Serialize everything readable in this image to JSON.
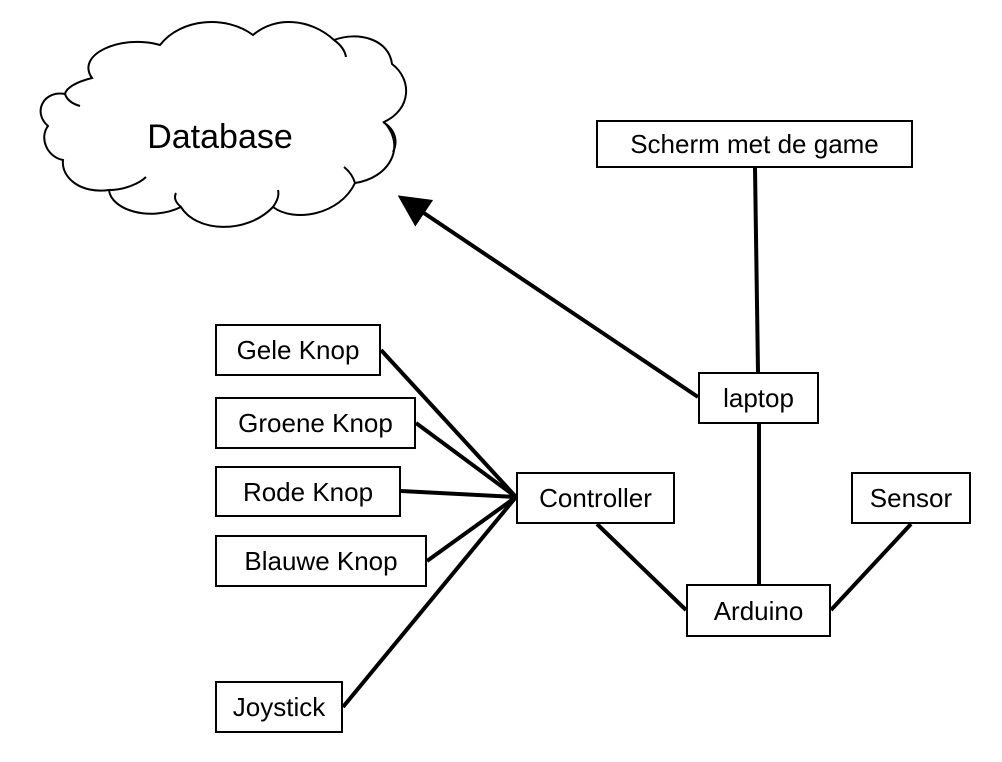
{
  "diagram": {
    "database_label": "Database",
    "nodes": {
      "scherm": "Scherm met de game",
      "laptop": "laptop",
      "gele_knop": "Gele Knop",
      "groene_knop": "Groene Knop",
      "rode_knop": "Rode Knop",
      "blauwe_knop": "Blauwe Knop",
      "controller": "Controller",
      "sensor": "Sensor",
      "arduino": "Arduino",
      "joystick": "Joystick"
    },
    "connections": [
      {
        "from": "Scherm met de game",
        "to": "laptop",
        "arrow": false
      },
      {
        "from": "laptop",
        "to": "Database",
        "arrow": true
      },
      {
        "from": "laptop",
        "to": "Arduino",
        "arrow": false
      },
      {
        "from": "Gele Knop",
        "to": "Controller",
        "arrow": false
      },
      {
        "from": "Groene Knop",
        "to": "Controller",
        "arrow": false
      },
      {
        "from": "Rode Knop",
        "to": "Controller",
        "arrow": false
      },
      {
        "from": "Blauwe Knop",
        "to": "Controller",
        "arrow": false
      },
      {
        "from": "Joystick",
        "to": "Controller",
        "arrow": false
      },
      {
        "from": "Controller",
        "to": "Arduino",
        "arrow": false
      },
      {
        "from": "Sensor",
        "to": "Arduino",
        "arrow": false
      }
    ],
    "colors": {
      "stroke": "#000000",
      "fill": "#ffffff",
      "text": "#000000"
    }
  }
}
